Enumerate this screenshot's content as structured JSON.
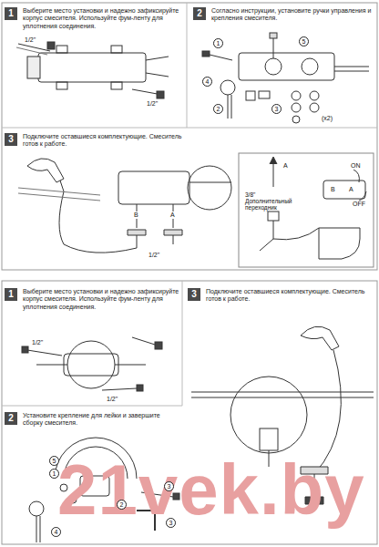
{
  "diagram": {
    "nodes": [
      {
        "text": [
          "1",
          "Выберите место установки и надежно зафиксируйте корпус смесителя. Используйте фум-ленту для уплотнения соединения."
        ]
      },
      {
        "text": [
          "2",
          "Согласно инструкции, установите ручки управления и крепления смесителя."
        ]
      },
      {
        "text": [
          "3",
          "Подключите оставшиеся комплектующие. Смеситель готов к работе."
        ]
      },
      {
        "text": [
          "1",
          "Выберите место установки и надежно зафиксируйте корпус смесителя. Используйте фум-ленту для уплотнения соединения."
        ]
      },
      {
        "text": [
          "3",
          "Подключите оставшиеся комплектующие. Смеситель готов к работе."
        ]
      },
      {
        "text": [
          "2",
          "Установите крепление для лейки и завершите сборку смесителя."
        ]
      }
    ],
    "labels": [
      "1/2\"",
      "1/2\"",
      "1",
      "2",
      "3",
      "4",
      "5",
      "(x2)",
      "1/2\"",
      "B",
      "A",
      "A",
      "3/8\" Дополнительный переходник",
      "ON",
      "OFF",
      "B",
      "A",
      "1/2\"",
      "1/2\"",
      "5",
      "1",
      "2",
      "3",
      "4",
      "3",
      "21vek.by"
    ]
  }
}
